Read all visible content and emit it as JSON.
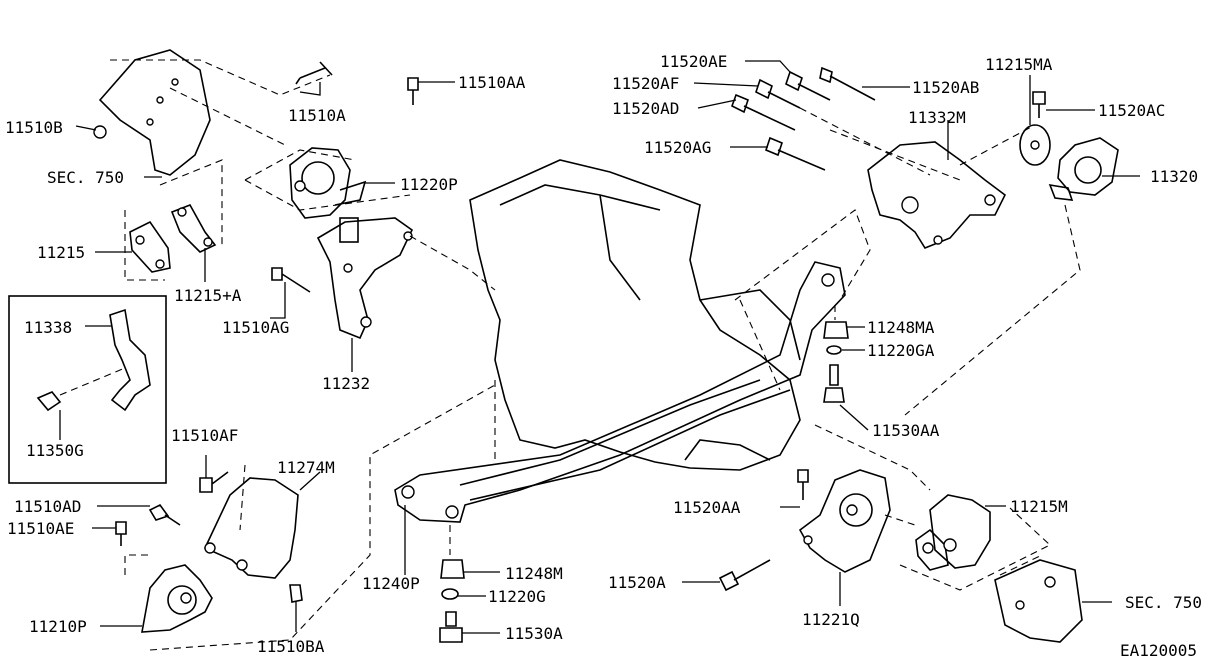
{
  "labels": {
    "p11510B": "11510B",
    "sec750_left": "SEC. 750",
    "p11510A": "11510A",
    "p11510AA": "11510AA",
    "p11220P": "11220P",
    "p11215": "11215",
    "p11215A": "11215+A",
    "p11510AG": "11510AG",
    "p11232": "11232",
    "p11338": "11338",
    "p11350G": "11350G",
    "p11510AF": "11510AF",
    "p11274M": "11274M",
    "p11510AD": "11510AD",
    "p11510AE": "11510AE",
    "p11210P": "11210P",
    "p11510BA": "11510BA",
    "p11240P": "11240P",
    "p11248M": "11248M",
    "p11220G": "11220G",
    "p11530A": "11530A",
    "p11520AE": "11520AE",
    "p11520AF": "11520AF",
    "p11520AD": "11520AD",
    "p11520AG": "11520AG",
    "p11520AB": "11520AB",
    "p11332M": "11332M",
    "p11215MA": "11215MA",
    "p11520AC": "11520AC",
    "p11320": "11320",
    "p11248MA": "11248MA",
    "p11220GA": "11220GA",
    "p11530AA": "11530AA",
    "p11520AA": "11520AA",
    "p11215M": "11215M",
    "p11520A": "11520A",
    "p11221Q": "11221Q",
    "sec750_right": "SEC. 750",
    "figure_code": "EA120005"
  }
}
